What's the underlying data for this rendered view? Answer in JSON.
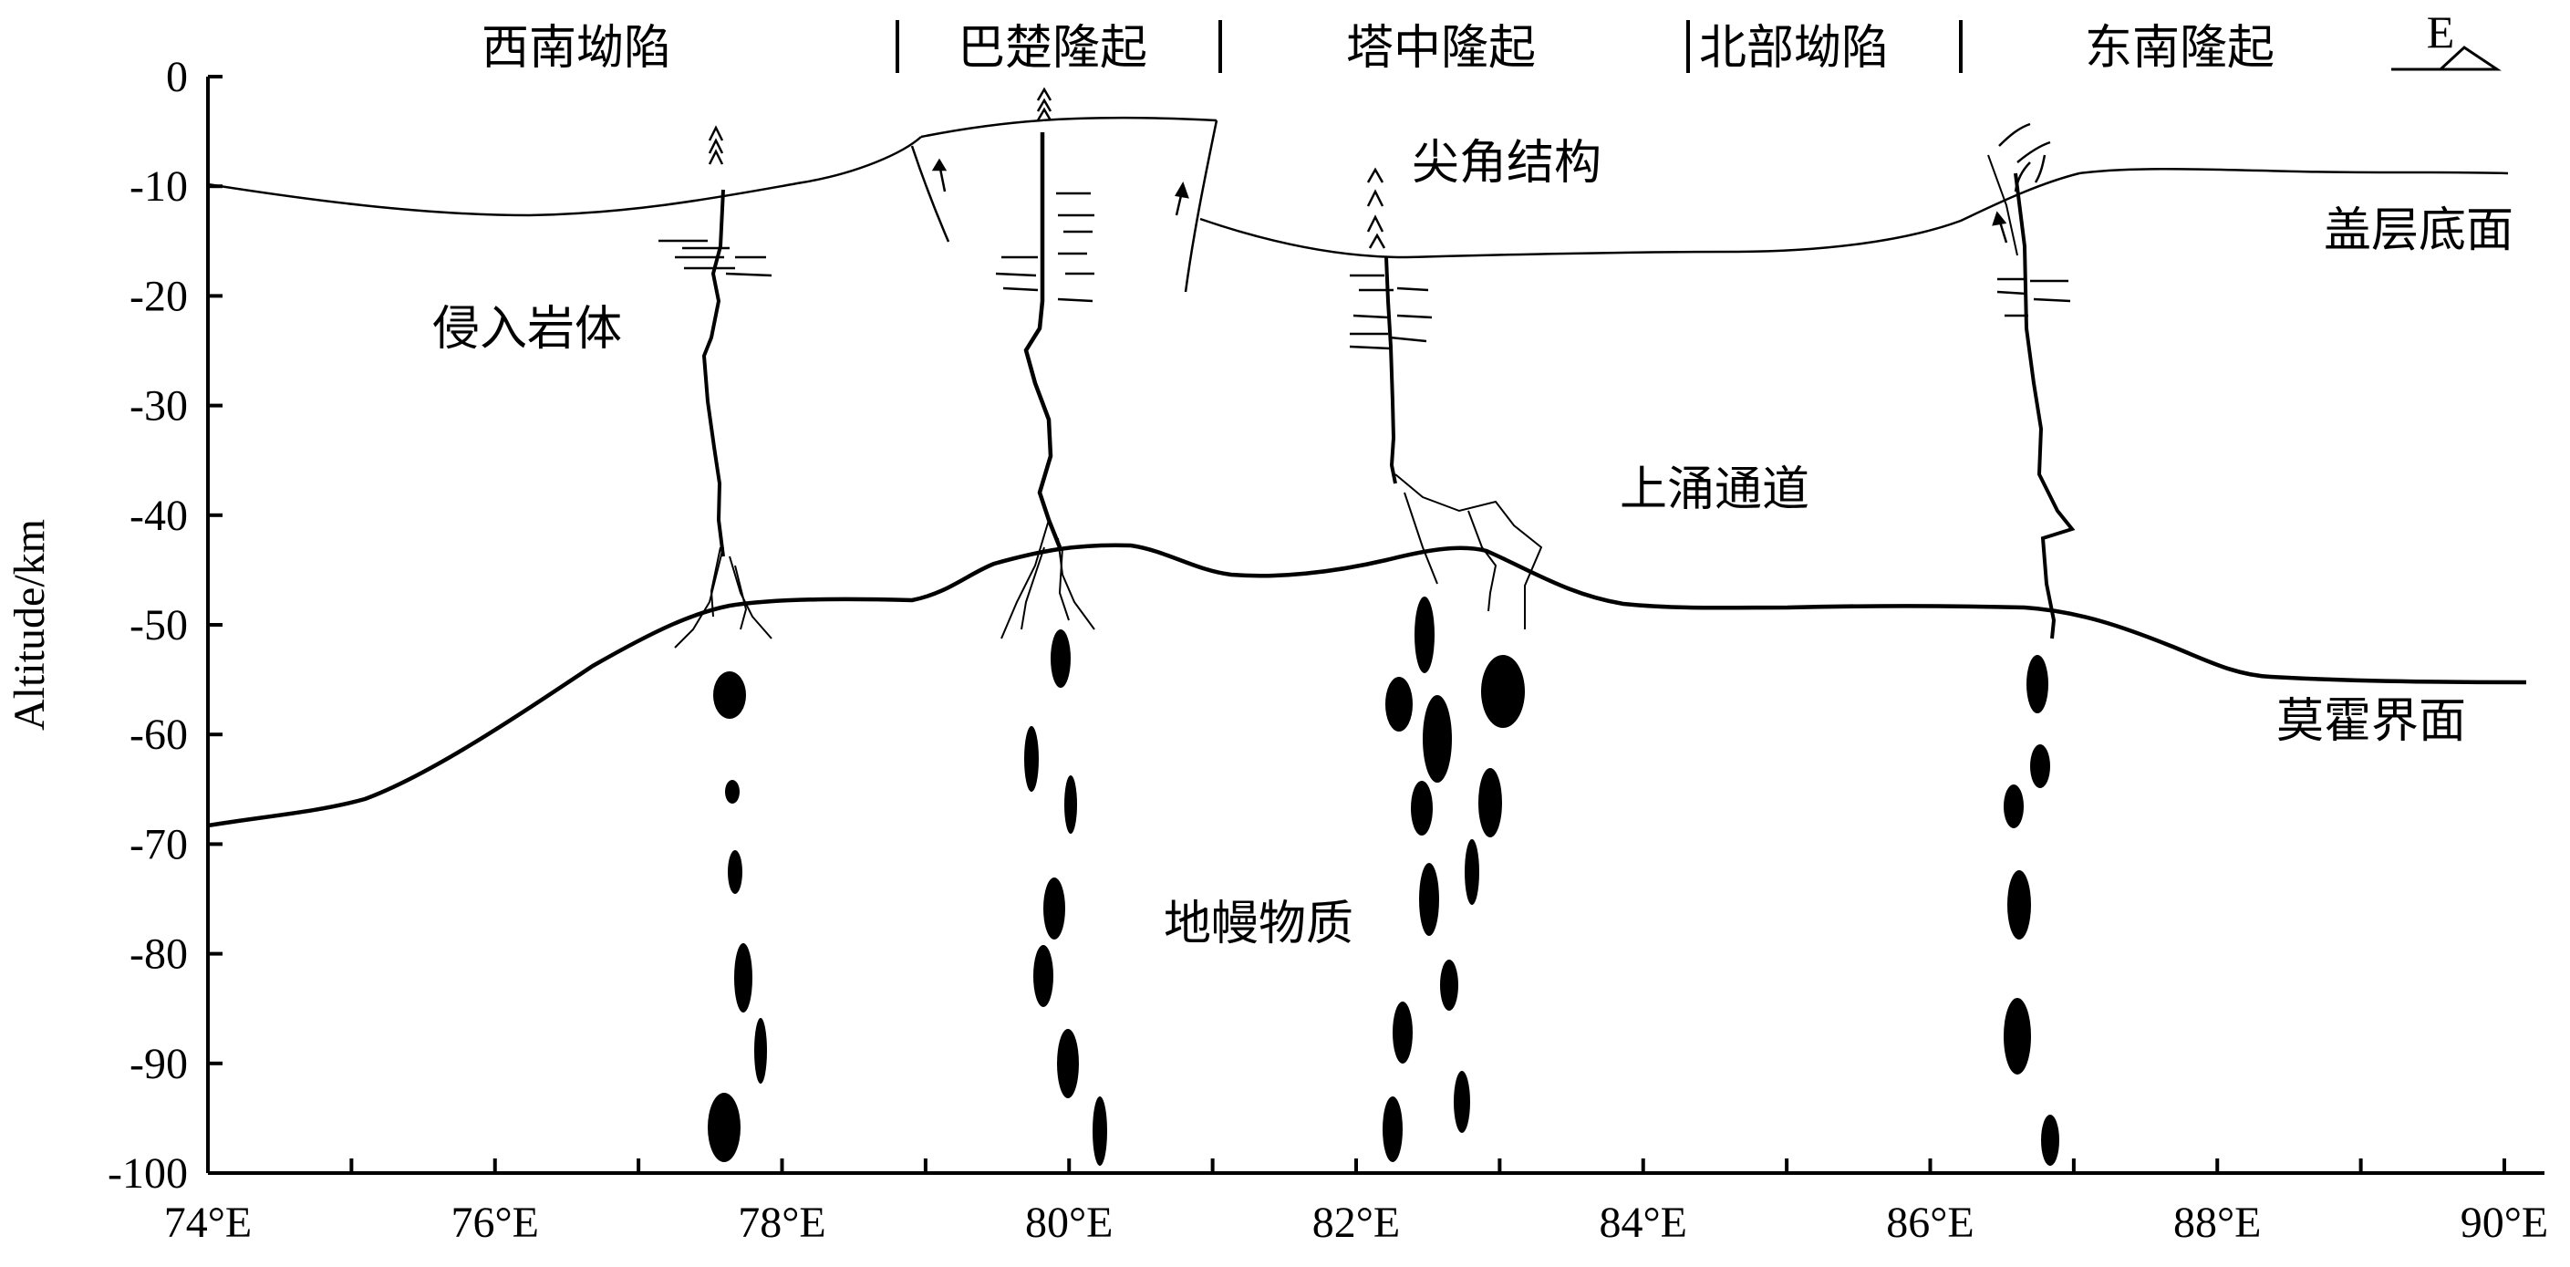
{
  "axes": {
    "y_title": "Altitude/km",
    "y_ticks": [
      "0",
      "-10",
      "-20",
      "-30",
      "-40",
      "-50",
      "-60",
      "-70",
      "-80",
      "-90",
      "-100"
    ],
    "x_ticks": [
      "74°E",
      "76°E",
      "78°E",
      "80°E",
      "82°E",
      "84°E",
      "86°E",
      "88°E",
      "90°E"
    ],
    "x_range": [
      74,
      90
    ],
    "y_range": [
      -100,
      0
    ]
  },
  "regions": [
    "西南坳陷",
    "巴楚隆起",
    "塔中隆起",
    "北部坳陷",
    "东南隆起"
  ],
  "compass": "E",
  "annotations": {
    "intrusion": "侵入岩体",
    "cusp": "尖角结构",
    "upwelling": "上涌通道",
    "mantle": "地幔物质",
    "cover_base": "盖层底面",
    "moho": "莫霍界面"
  }
}
